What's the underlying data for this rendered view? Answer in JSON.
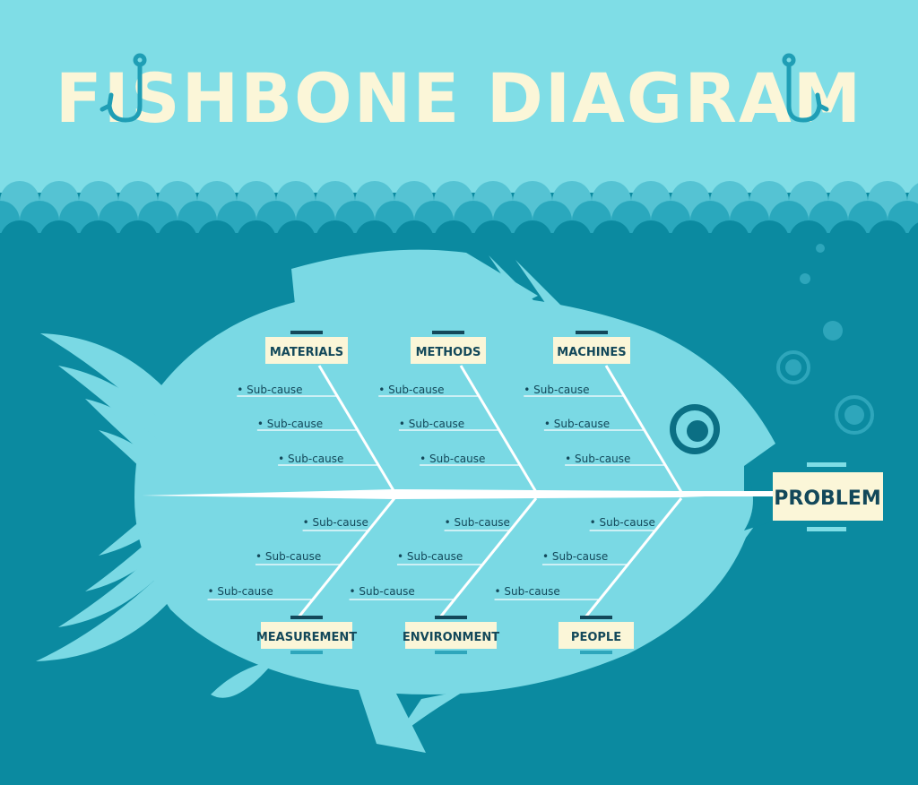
{
  "title": "FISHBONE DIAGRAM",
  "problem": "PROBLEM",
  "categories": {
    "top": [
      "MATERIALS",
      "METHODS",
      "MACHINES"
    ],
    "bottom": [
      "MEASUREMENT",
      "ENVIRONMENT",
      "PEOPLE"
    ]
  },
  "sub_cause_label": "Sub-cause",
  "colors": {
    "sky": "#7fdde6",
    "water": "#0b8aa0",
    "fish": "#7ad9e4",
    "bone": "#ffffff",
    "label_bg": "#fbf6d8",
    "label_text": "#13485a",
    "wave_light": "#55c3d3",
    "wave_mid": "#2aa8bd"
  },
  "icons": [
    "fish-hook-icon",
    "fish-hook-icon",
    "fish-eye-icon",
    "bubble-icon"
  ]
}
